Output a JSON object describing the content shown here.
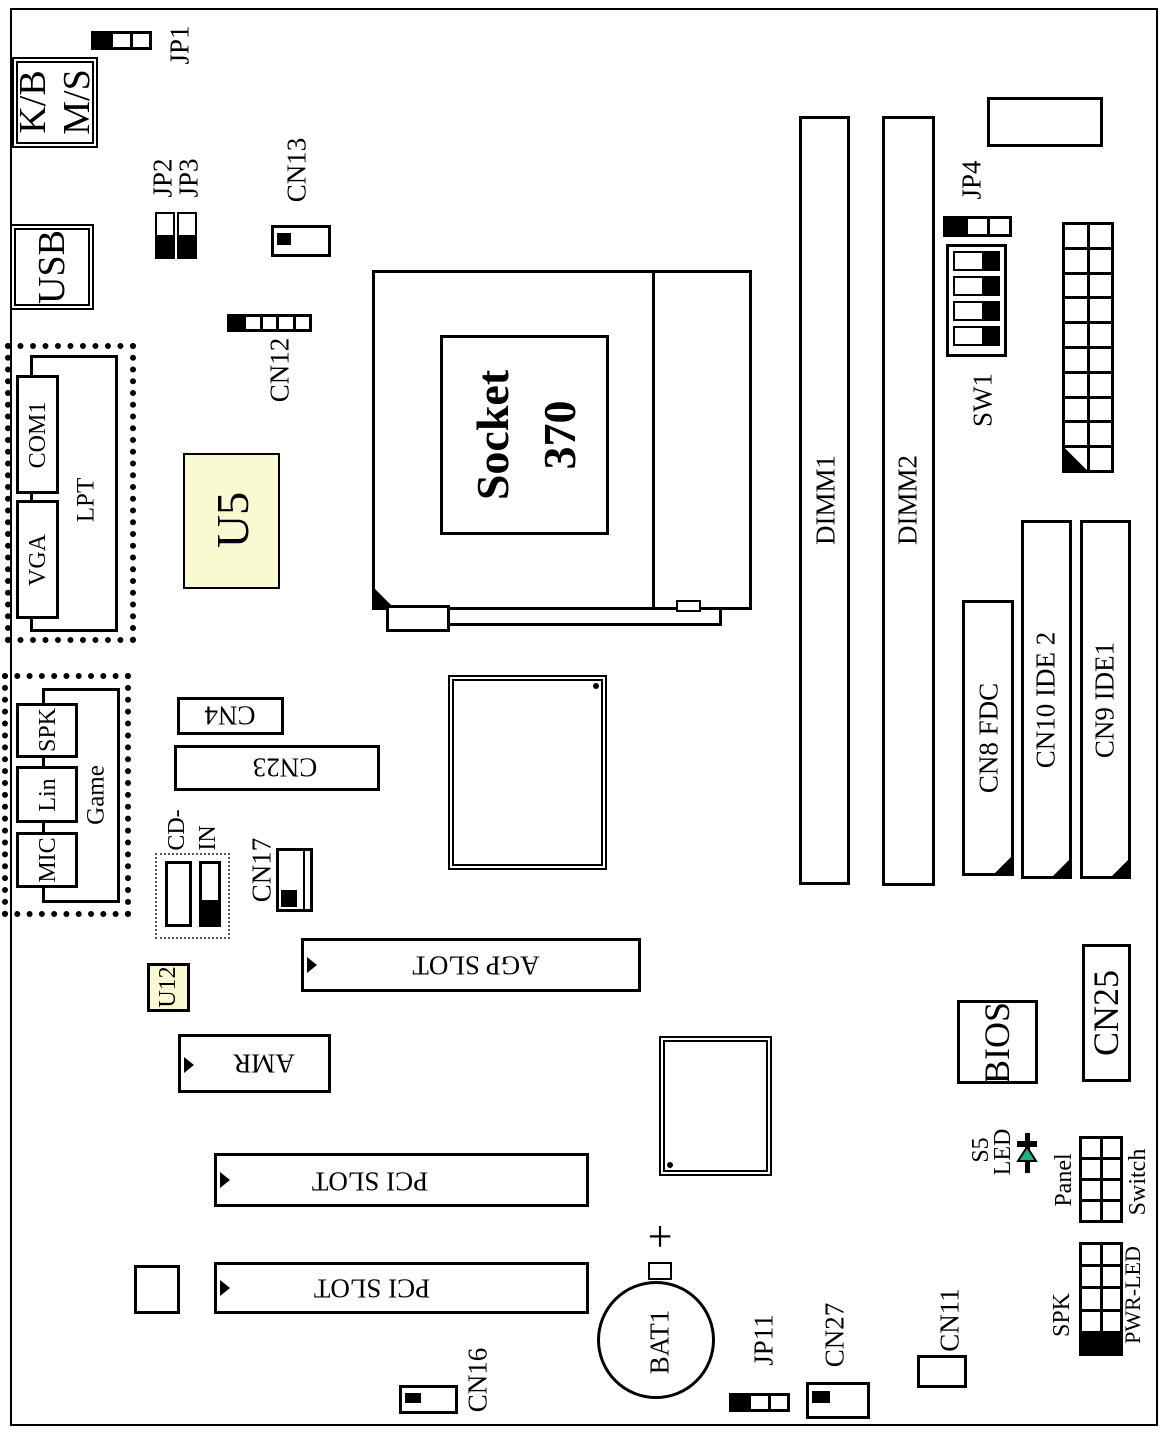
{
  "title": "Motherboard layout",
  "labels": {
    "jp1": "JP1",
    "kb": "K/B",
    "ms": "M/S",
    "jp2": "JP2",
    "jp3": "JP3",
    "cn13": "CN13",
    "usb": "USB",
    "cn12": "CN12",
    "com1": "COM1",
    "vga": "VGA",
    "lpt": "LPT",
    "u5": "U5",
    "socket": "Socket",
    "socket_num": "370",
    "dimm1": "DIMM1",
    "dimm2": "DIMM2",
    "jp4": "JP4",
    "sw1": "SW1",
    "cn8": "CN8 FDC",
    "cn10": "CN10 IDE 2",
    "cn9": "CN9 IDE1",
    "spk_audio": "SPK",
    "lin": "Lin",
    "mic": "MIC",
    "game": "Game",
    "cn4": "CN4",
    "cn23": "CN23",
    "cd": "CD-",
    "in": "IN",
    "cn17": "CN17",
    "agp": "AGP SLOT",
    "u12": "U12",
    "amr": "AMR",
    "bios": "BIOS",
    "cn25": "CN25",
    "pci1": "PCI SLOT",
    "pci2": "PCI SLOT",
    "plus": "+",
    "bat1": "BAT1",
    "jp11": "JP11",
    "cn27": "CN27",
    "cn16": "CN16",
    "cn11": "CN11",
    "s5": "S5",
    "led": "LED",
    "panel": "Panel",
    "switch": "Switch",
    "spk_panel": "SPK",
    "pwr_led": "PWR-LED"
  },
  "colors": {
    "chip_highlight": "#fafad2",
    "led": "#19b38a"
  }
}
